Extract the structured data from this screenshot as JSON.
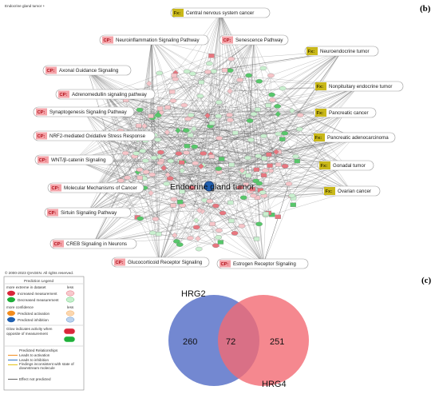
{
  "panel_b": {
    "letter": "(b)",
    "corner_caption": "Endocrine gland tumor +",
    "center_label": "Endocrine gland tumor",
    "left_nodes": [
      {
        "prefix": "CP:",
        "label": "Neuroinflammation Signaling Pathway"
      },
      {
        "prefix": "CP:",
        "label": "Senescence Pathway"
      },
      {
        "prefix": "CP:",
        "label": "Axonal Guidance Signaling"
      },
      {
        "prefix": "CP:",
        "label": "Adrenomedullin signaling pathway"
      },
      {
        "prefix": "CP:",
        "label": "Synaptogenesis Signaling Pathway"
      },
      {
        "prefix": "CP:",
        "label": "NRF2-mediated Oxidative Stress Response"
      },
      {
        "prefix": "CP:",
        "label": "WNT/β-catenin Signaling"
      },
      {
        "prefix": "CP:",
        "label": "Molecular Mechanisms of Cancer"
      },
      {
        "prefix": "CP:",
        "label": "Sirtuin Signaling Pathway"
      },
      {
        "prefix": "CP:",
        "label": "CREB Signaling in Neurons"
      },
      {
        "prefix": "CP:",
        "label": "Glucocorticoid Receptor Signaling"
      },
      {
        "prefix": "CP:",
        "label": "Estrogen Receptor Signaling"
      }
    ],
    "right_nodes": [
      {
        "prefix": "Fx:",
        "label": "Central nervous system cancer"
      },
      {
        "prefix": "Fx:",
        "label": "Neuroendocrine tumor"
      },
      {
        "prefix": "Fx:",
        "label": "Nonpituitary endocrine tumor"
      },
      {
        "prefix": "Fx:",
        "label": "Pancreatic cancer"
      },
      {
        "prefix": "Fx:",
        "label": "Pancreatic adenocarcinoma"
      },
      {
        "prefix": "Fx:",
        "label": "Gonadal tumor"
      },
      {
        "prefix": "Fx:",
        "label": "Ovarian cancer"
      }
    ],
    "colors": {
      "cp_tag": "#f4a3a8",
      "fx_tag": "#c9b81a",
      "edge": "#5a5a5a",
      "up": "#e8767f",
      "down": "#57c76a",
      "center": "#1f5fb0"
    }
  },
  "legend": {
    "header_caption": "© 2000-2023 QIAGEN. All rights reserved.",
    "title": "Prediction Legend",
    "sections": [
      {
        "heading": "more extreme in dataset",
        "aside": "less",
        "items": [
          "Increased measurement",
          "Decreased measurement"
        ]
      },
      {
        "heading": "more confidence",
        "aside": "less",
        "items": [
          "Predicted activation",
          "Predicted inhibition"
        ]
      },
      {
        "heading": "",
        "aside": "",
        "items": [
          "Glow indicates activity when opposite of measurement"
        ]
      }
    ],
    "relationships_title": "Predicted Relationships",
    "relationships": [
      {
        "label": "Leads to activation",
        "color": "#f28c1e"
      },
      {
        "label": "Leads to inhibition",
        "color": "#2d74c4"
      },
      {
        "label": "Findings inconsistent with state of downstream molecule",
        "color": "#e3c318"
      },
      {
        "label": "Effect not predicted",
        "color": "#666666"
      }
    ]
  },
  "panel_c": {
    "letter": "(c)",
    "chart_data": {
      "type": "venn",
      "sets": [
        {
          "name": "HRG2",
          "only": 260,
          "color": "#5b73c9"
        },
        {
          "name": "HRG4",
          "only": 251,
          "color": "#f26a73"
        }
      ],
      "intersection": 72
    }
  }
}
